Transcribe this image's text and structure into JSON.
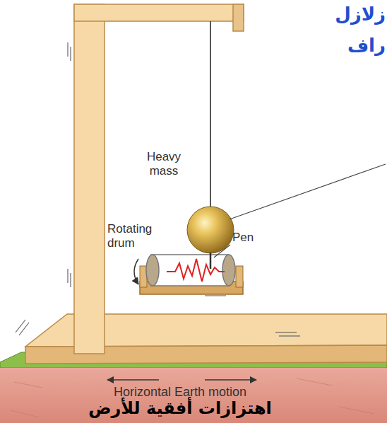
{
  "diagram": {
    "labels": [
      "زلازل",
      "راف",
      "Heavy mass",
      "Rotating drum",
      "Pen",
      "Horizontal Earth motion",
      "اهتزازات أفقية للأرض"
    ]
  }
}
